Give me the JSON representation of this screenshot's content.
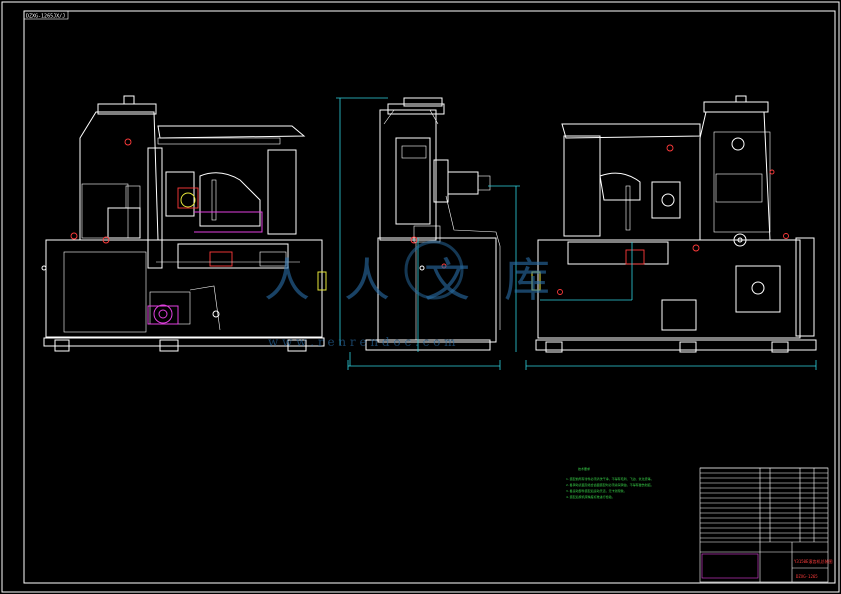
{
  "sheet": {
    "corner_label": "DZXG-1265JX/J",
    "background": "#000000",
    "line_color": "#ffffff",
    "dimension_color": "#2fd3e0"
  },
  "watermark": {
    "text": "人人文库",
    "url_text": "w w w . r e n r e n d o c . c o m"
  },
  "notes": {
    "heading": "技术要求",
    "lines": [
      "1.装配前所有零件必须清洗干净，不得有毛刺、飞边、氧化皮等。",
      "2.各滑动表面及啮合齿面装配时必须涂润滑油，不得有碰伤划痕。",
      "3.各运动部件装配后运动灵活，无卡滞现象。",
      "4.装配后按机床精度标准进行检验。"
    ]
  },
  "title_block": {
    "drawing_name": "Y3150E滚齿机总装图",
    "drawing_number": "DZXG-1265",
    "color_title": "#ff3b3b",
    "color_rev": "#e23fe0"
  }
}
